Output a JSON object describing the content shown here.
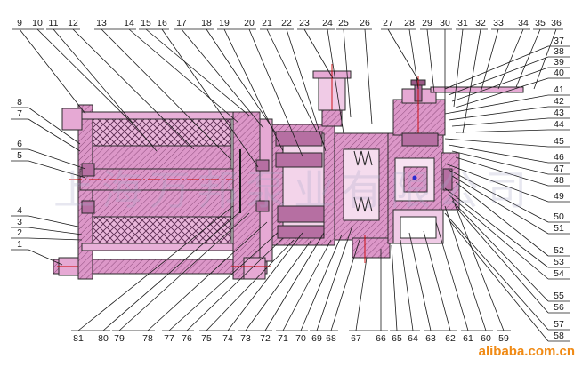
{
  "watermark": "上海万邦泵业有限公司",
  "credit": "alibaba.com.cn",
  "top_labels": [
    "9",
    "10",
    "11",
    "12",
    "13",
    "14",
    "15",
    "16",
    "17",
    "18",
    "19",
    "20",
    "21",
    "22",
    "23",
    "24",
    "25",
    "26",
    "27",
    "28",
    "29",
    "30",
    "31",
    "32",
    "33",
    "34",
    "35",
    "36"
  ],
  "right_labels": [
    "37",
    "38",
    "39",
    "40",
    "41",
    "42",
    "43",
    "44",
    "45",
    "46",
    "47",
    "48",
    "49",
    "50",
    "51",
    "52",
    "53",
    "54",
    "55",
    "56",
    "57",
    "58"
  ],
  "left_labels": [
    "8",
    "7",
    "6",
    "5",
    "4",
    "3",
    "2",
    "1"
  ],
  "bottom_labels": [
    "81",
    "80",
    "79",
    "78",
    "77",
    "76",
    "75",
    "74",
    "73",
    "72",
    "71",
    "70",
    "69",
    "68",
    "67",
    "66",
    "65",
    "64",
    "63",
    "62",
    "61",
    "60",
    "59"
  ],
  "colors": {
    "part": "#d88fc2",
    "line": "#1a1a1a",
    "watermark": "#aab0cc",
    "credit": "#f08a14"
  }
}
